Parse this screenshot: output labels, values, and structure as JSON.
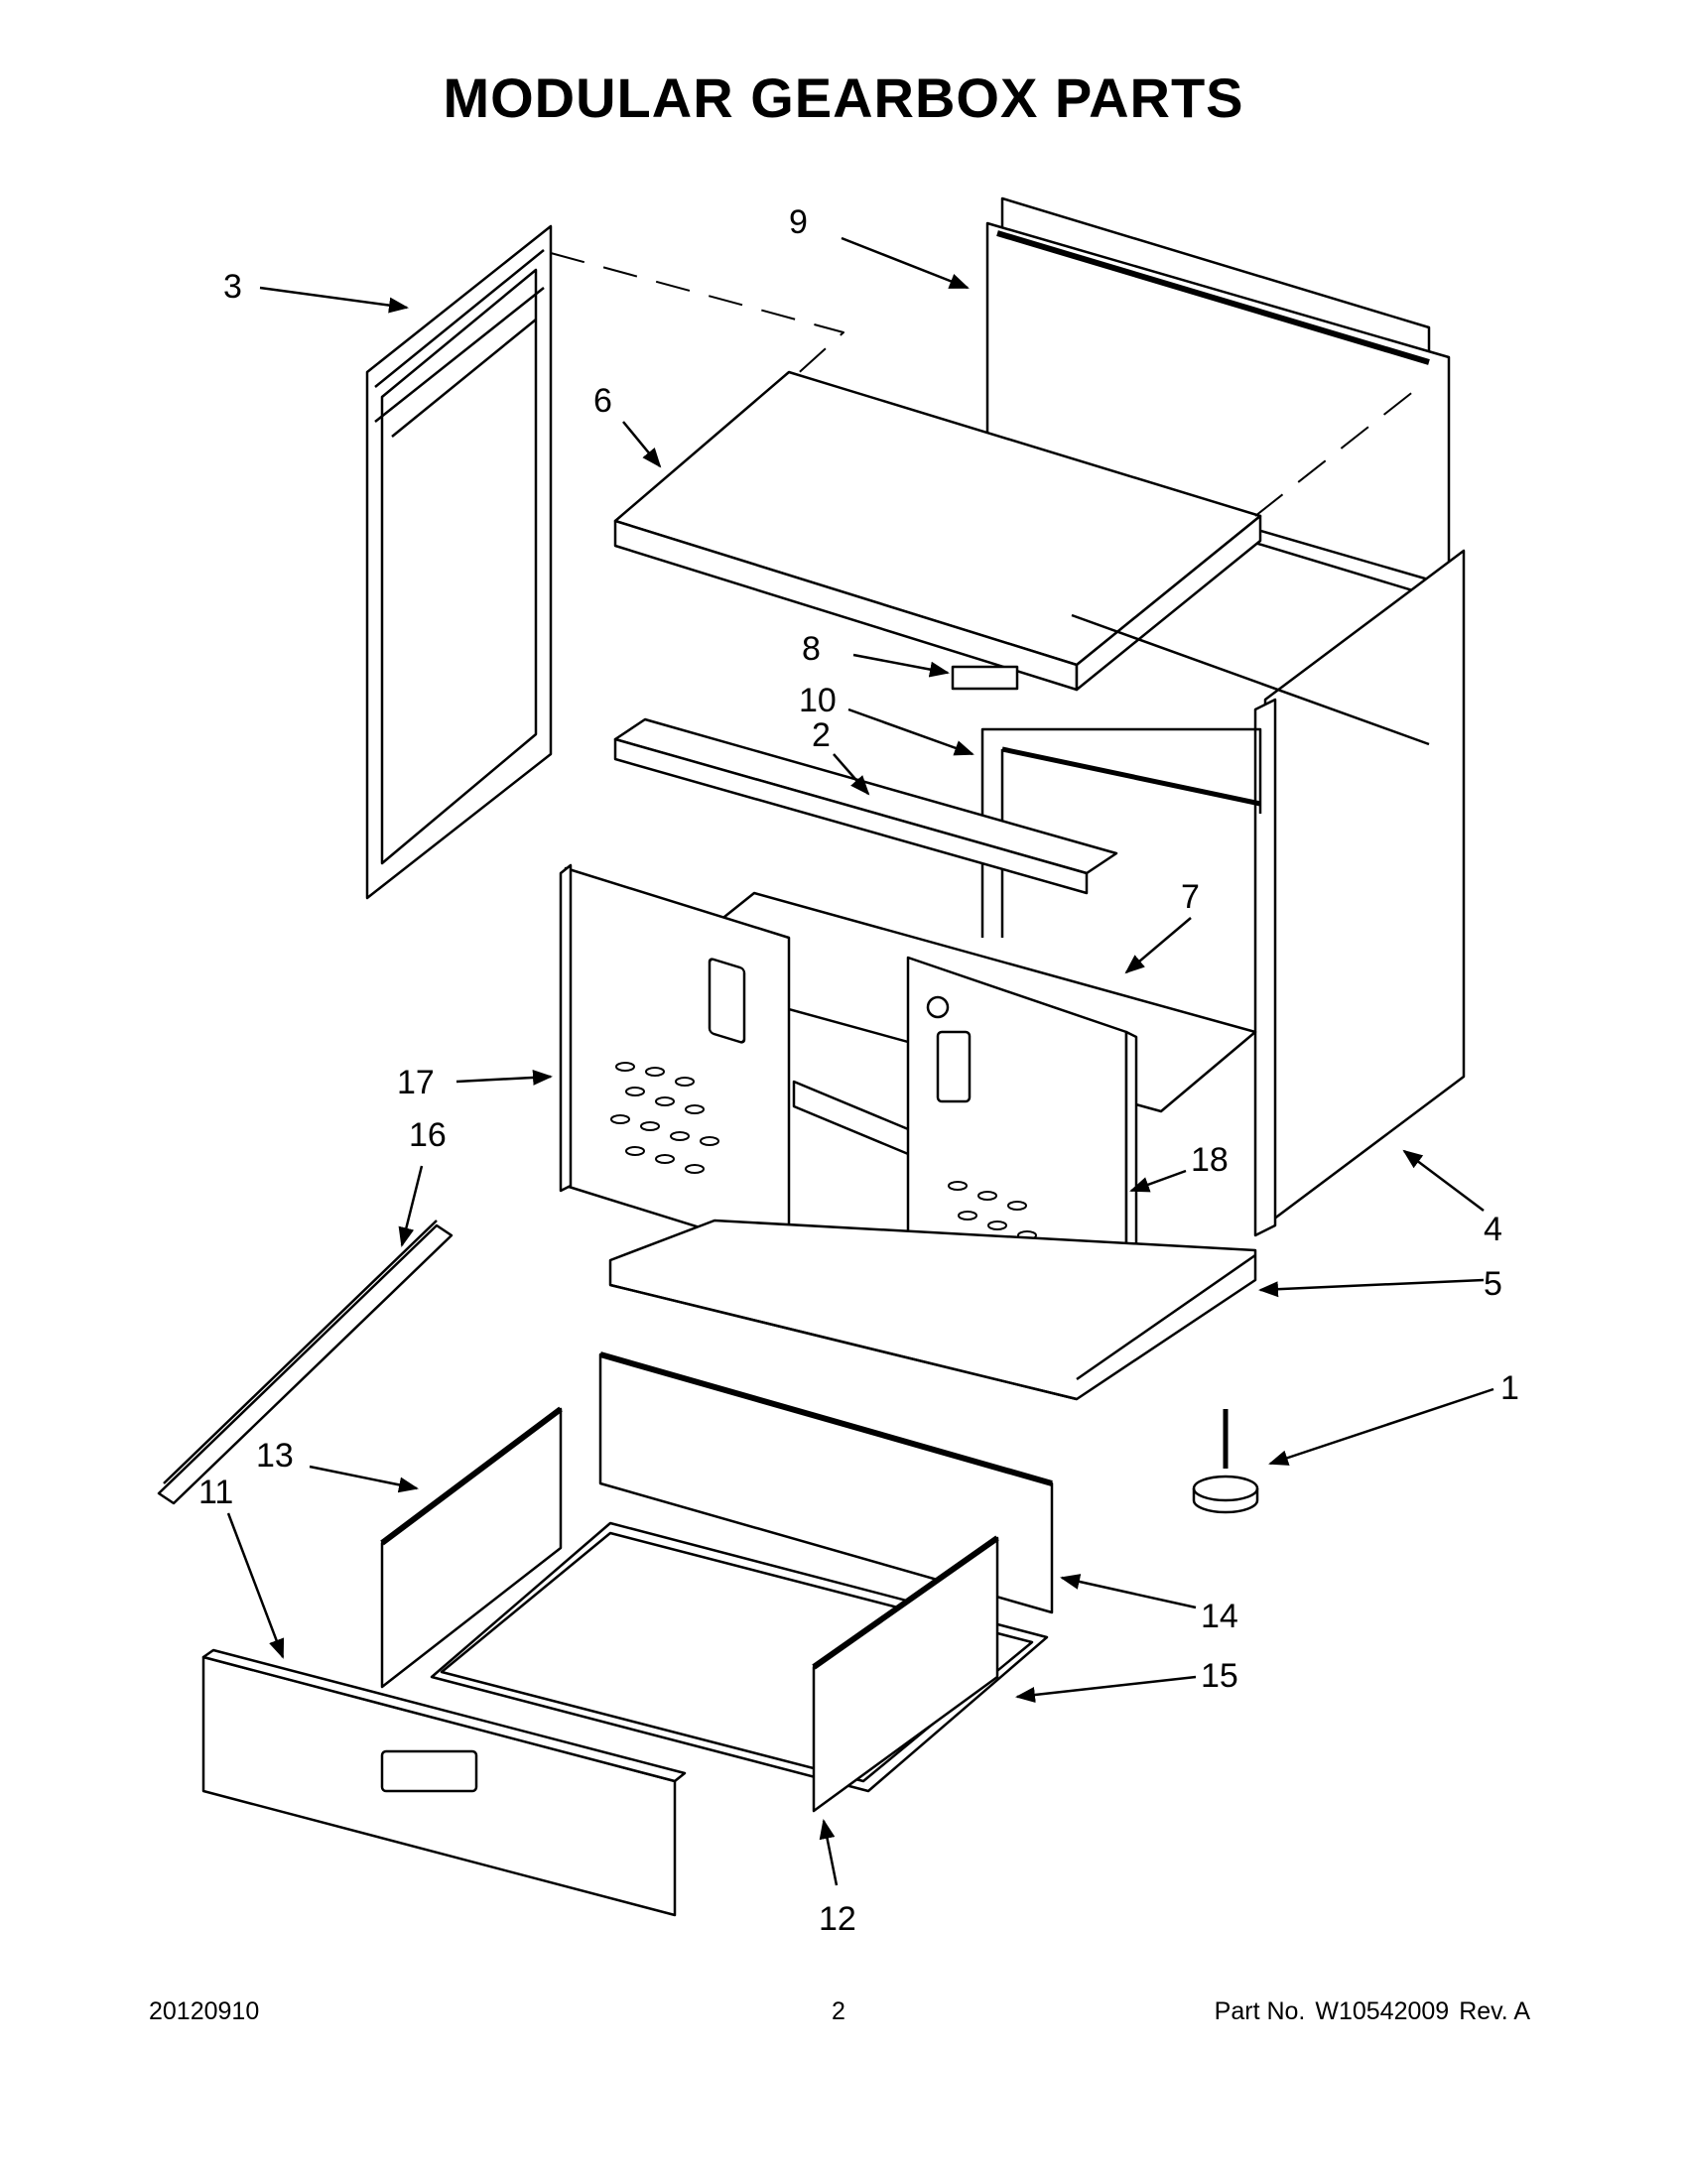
{
  "title": "MODULAR GEARBOX PARTS",
  "callouts": [
    "1",
    "2",
    "3",
    "4",
    "5",
    "6",
    "7",
    "8",
    "9",
    "10",
    "11",
    "12",
    "13",
    "14",
    "15",
    "16",
    "17",
    "18"
  ],
  "footer": {
    "date": "20120910",
    "page": "2",
    "part_label": "Part No.",
    "part_number": "W10542009",
    "revision": "Rev.  A"
  }
}
